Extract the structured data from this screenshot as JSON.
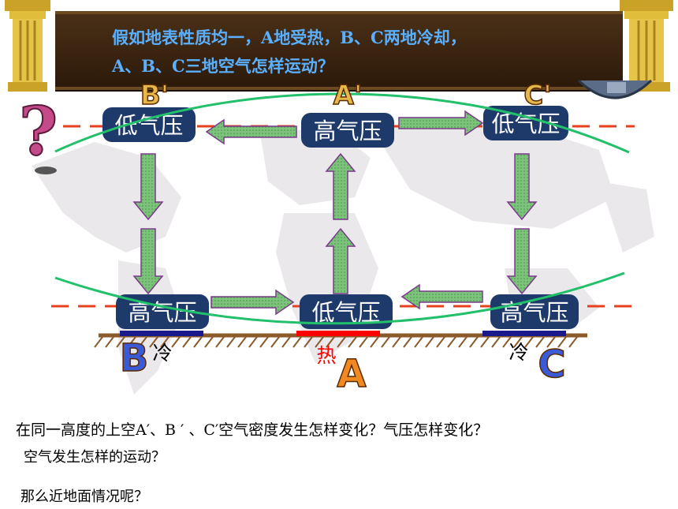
{
  "banner": {
    "line1": "假如地表性质均一，A地受热，B、C两地冷却，",
    "line2": "A、B、C三地空气怎样运动？"
  },
  "upper_boxes": [
    "低气压",
    "高气压",
    "低气压"
  ],
  "lower_boxes": [
    "高气压",
    "低气压",
    "高气压"
  ],
  "upper_points": [
    "B'",
    "A'",
    "C'"
  ],
  "ground_points": [
    "B",
    "A",
    "C"
  ],
  "ground_labels": [
    "冷",
    "热",
    "冷"
  ],
  "questions": {
    "q1": "在同一高度的上空A′、B ′ 、C′空气密度发生怎样变化？气压怎样变化？",
    "q2": "空气发生怎样的运动？",
    "q3": "那么近地面情况呢？"
  },
  "colors": {
    "pressure_box": "#1d3a6b",
    "pressure_text": "#ffffff",
    "arrow_fill": "#7cc47c",
    "arrow_stroke": "#7a3a8a",
    "dashed_line": "#e8401c",
    "isobar": "#22c06a",
    "banner_text": "#5ab0ff",
    "hot_bar": "#ff0000",
    "cold_bar": "#1a1a8c",
    "ground": "#8b5a2b"
  }
}
